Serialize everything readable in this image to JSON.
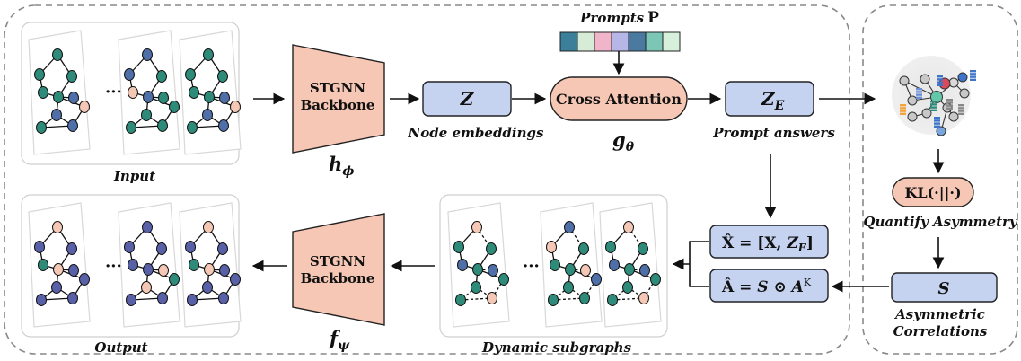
{
  "labels": {
    "input": "Input",
    "output": "Output",
    "dynamic_subgraphs": "Dynamic subgraphs",
    "backbone_top_line1": "STGNN",
    "backbone_top_line2": "Backbone",
    "backbone_top_fn": "h",
    "backbone_top_fn_sub": "ϕ",
    "backbone_bottom_line1": "STGNN",
    "backbone_bottom_line2": "Backbone",
    "backbone_bottom_fn": "f",
    "backbone_bottom_fn_sub": "ψ",
    "z_box": "Z",
    "node_embeddings": "Node embeddings",
    "cross_attention": "Cross Attention",
    "g_fn": "g",
    "g_fn_sub": "θ",
    "prompts": "Prompts",
    "prompts_symbol": "P",
    "ze_box": "Z",
    "ze_sub": "E",
    "prompt_answers": "Prompt answers",
    "kl_box": "KL(·||·)",
    "quantify_asymmetry": "Quantify Asymmetry",
    "s_box": "S",
    "asym_line1": "Asymmetric",
    "asym_line2": "Correlations",
    "xhat_eq": "X̂ = [X, ",
    "xhat_z": "Z",
    "xhat_sub": "E",
    "xhat_close": "]",
    "ahat_eq": "Â = ",
    "ahat_s": "S",
    "ahat_op": " ⊙ ",
    "ahat_a": "A",
    "ahat_sup": "K",
    "ellipsis": "···"
  },
  "colors": {
    "backbone": "#f6c7b4",
    "blue_box": "#c5d3f0",
    "cross_attention": "#f6c7b4",
    "node_teal": "#2e8b7a",
    "node_blue": "#4f6fa8",
    "node_peach": "#f5c8b5",
    "node_indigo": "#5860a8",
    "prompt_cells": [
      "#3b7f9a",
      "#d7ecd6",
      "#f0b5c8",
      "#b6b7e6",
      "#4a7aa0",
      "#7cc6b5",
      "#d6f0dc"
    ]
  }
}
